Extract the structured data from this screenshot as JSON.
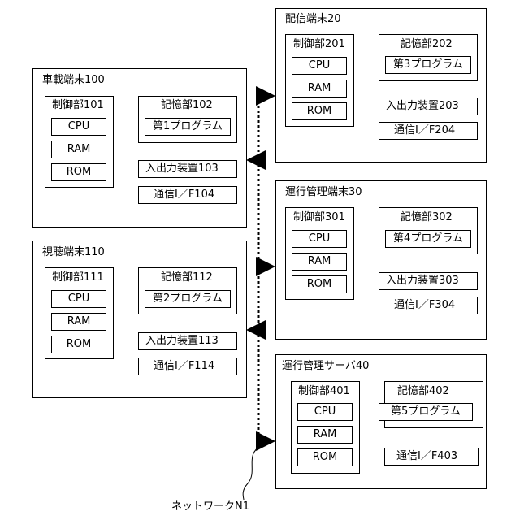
{
  "terminals": {
    "vehicle": {
      "title": "車載端末100",
      "control_title": "制御部101",
      "storage_title": "記憶部102",
      "program": "第1プログラム",
      "io": "入出力装置103",
      "comm": "通信I／F104"
    },
    "viewing": {
      "title": "視聴端末110",
      "control_title": "制御部111",
      "storage_title": "記憶部112",
      "program": "第2プログラム",
      "io": "入出力装置113",
      "comm": "通信I／F114"
    },
    "distribution": {
      "title": "配信端末20",
      "control_title": "制御部201",
      "storage_title": "記憶部202",
      "program": "第3プログラム",
      "io": "入出力装置203",
      "comm": "通信I／F204"
    },
    "operation": {
      "title": "運行管理端末30",
      "control_title": "制御部301",
      "storage_title": "記憶部302",
      "program": "第4プログラム",
      "io": "入出力装置303",
      "comm": "通信I／F304"
    },
    "server": {
      "title": "運行管理サーバ40",
      "control_title": "制御部401",
      "storage_title": "記憶部402",
      "program": "第5プログラム",
      "comm": "通信I／F403"
    }
  },
  "components": {
    "cpu": "CPU",
    "ram": "RAM",
    "rom": "ROM"
  },
  "network_label": "ネットワークN1"
}
